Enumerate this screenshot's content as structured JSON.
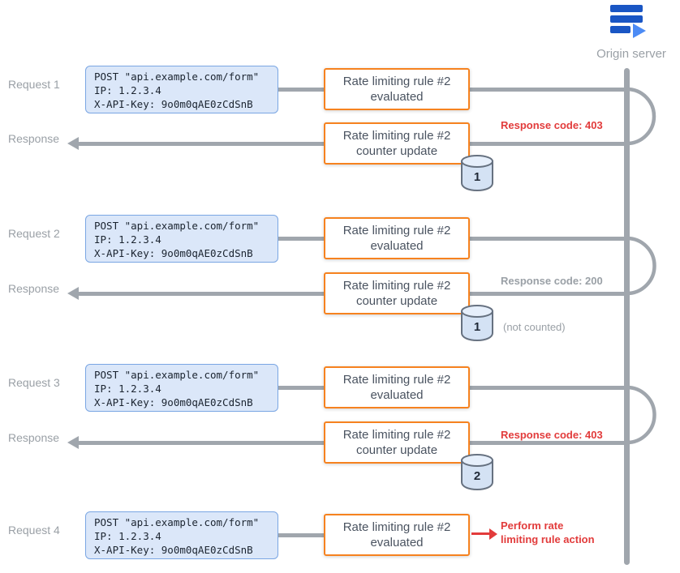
{
  "origin": {
    "label": "Origin server"
  },
  "request_payload": {
    "line1": "POST \"api.example.com/form\"",
    "line2": "IP: 1.2.3.4",
    "line3": "X-API-Key: 9o0m0qAE0zCdSnB"
  },
  "lanes": {
    "request1": "Request 1",
    "response1": "Response",
    "request2": "Request 2",
    "response2": "Response",
    "request3": "Request 3",
    "response3": "Response",
    "request4": "Request 4"
  },
  "boxes": {
    "eval_line1": "Rate limiting rule #2",
    "eval_line2": "evaluated",
    "counter_line1": "Rate limiting rule #2",
    "counter_line2": "counter update"
  },
  "counters": {
    "first": "1",
    "second": "1",
    "third": "2"
  },
  "annotations": {
    "response1_code": "Response code: 403",
    "response2_code": "Response code: 200",
    "response2_note": "(not counted)",
    "response3_code": "Response code: 403",
    "mitigation_line1": "Perform rate",
    "mitigation_line2": "limiting rule action"
  },
  "colors": {
    "rule_box_border": "#f6821f",
    "request_box_bg": "#dbe7f9",
    "request_box_border": "#7aa6e3",
    "line_gray": "#a0a6ad",
    "alert_red": "#e23b3b",
    "muted_gray": "#9aa0a6"
  }
}
